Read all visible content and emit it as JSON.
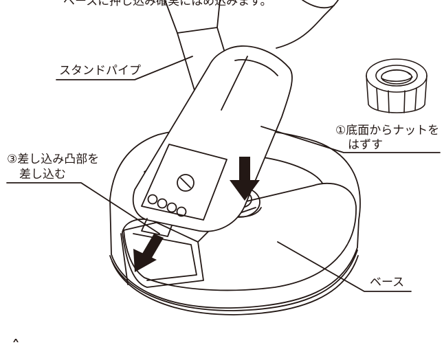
{
  "labels": {
    "top_instruction": "ベースに押し込み確実にはめ込みます。",
    "stand_pipe": "スタンドパイプ",
    "remove_nut_line1": "①底面からナットを",
    "remove_nut_line2": "はずす",
    "insert_line1": "③差し込み凸部を",
    "insert_line2": "差し込む",
    "base": "ベース"
  },
  "colors": {
    "line": "#231815",
    "background": "#ffffff"
  }
}
